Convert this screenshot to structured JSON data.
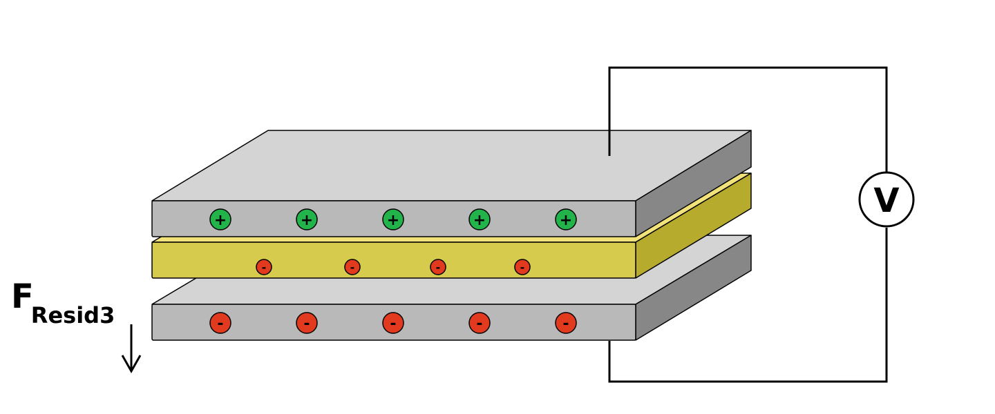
{
  "force": {
    "main": "F",
    "sub": "Resid3"
  },
  "voltmeter": {
    "label": "V"
  },
  "charges": {
    "top_plate": {
      "symbol": "+",
      "count": 5,
      "color": "#22b44a"
    },
    "dielectric": {
      "symbol": "-",
      "count": 4,
      "color": "#e23a1e"
    },
    "bottom_plate": {
      "symbol": "-",
      "count": 5,
      "color": "#e23a1e"
    }
  },
  "colors": {
    "plate_top_face": "#d4d4d4",
    "plate_front": "#b9b9b9",
    "plate_side": "#878787",
    "dielectric_top": "#f1e37a",
    "dielectric_front": "#d6cb4c",
    "dielectric_side": "#b6ab2c"
  }
}
